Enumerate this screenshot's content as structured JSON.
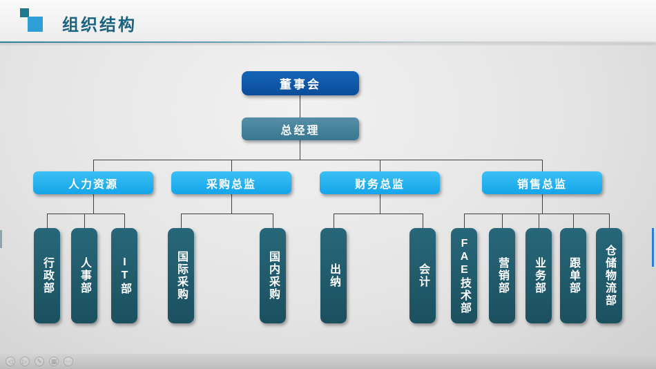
{
  "header": {
    "title": "组织结构"
  },
  "chart": {
    "root": {
      "label": "董事会"
    },
    "manager": {
      "label": "总经理"
    },
    "branches": [
      {
        "label": "人力资源",
        "children": [
          "行政部",
          "人事部",
          "IT部"
        ]
      },
      {
        "label": "采购总监",
        "children": [
          "国际采购",
          "国内采购"
        ]
      },
      {
        "label": "财务总监",
        "children": [
          "出纳",
          "会计"
        ]
      },
      {
        "label": "销售总监",
        "children": [
          "FAE技术部",
          "营销部",
          "业务部",
          "跟单部",
          "仓储物流部"
        ]
      }
    ]
  },
  "colors": {
    "root_box": "#0d55a5",
    "manager_box": "#3f7f98",
    "branch_box": "#1fadee",
    "dept_box": "#1f5a6b",
    "title_text": "#1a6480",
    "connector": "#3f3f3f",
    "right_accent": "#2a7fd4"
  },
  "controls": {
    "icons": [
      {
        "name": "previous-slide",
        "glyph": "◁"
      },
      {
        "name": "next-slide",
        "glyph": "▷"
      },
      {
        "name": "pen-tool",
        "glyph": "✎"
      },
      {
        "name": "slide-grid",
        "glyph": "▦"
      },
      {
        "name": "more-options",
        "glyph": "⋯"
      }
    ]
  }
}
